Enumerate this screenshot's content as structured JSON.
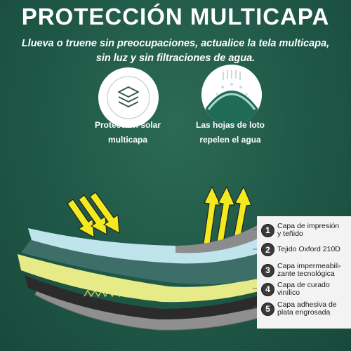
{
  "header": {
    "title": "PROTECCIÓN MULTICAPA",
    "subtitle": "Llueva o truene sin preocupaciones, actualice la tela multicapa, sin luz y sin filtraciones de agua."
  },
  "features": [
    {
      "label": "Protección solar\nmulticapa",
      "icon": "layers-icon"
    },
    {
      "label": "Las hojas de loto\nrepelen el agua",
      "icon": "water-repel-icon"
    }
  ],
  "layers": [
    {
      "number": "1",
      "label": "Capa de impresión\n y teñido"
    },
    {
      "number": "2",
      "label": "Tejido Oxford 210D"
    },
    {
      "number": "3",
      "label": "Capa impermeabili-\nzante tecnológica"
    },
    {
      "number": "4",
      "label": "Capa de curado\nvinílico"
    },
    {
      "number": "5",
      "label": "Capa adhesiva de\nplata engrosada"
    }
  ],
  "colors": {
    "background": "#1f5746",
    "arrow_yellow": "#f2ea1f",
    "layer_blue": "#b9e3ec",
    "layer_yellow": "#e9ec8a",
    "layer_black": "#2a2a2a",
    "layer_silver": "#8e8e8e"
  }
}
